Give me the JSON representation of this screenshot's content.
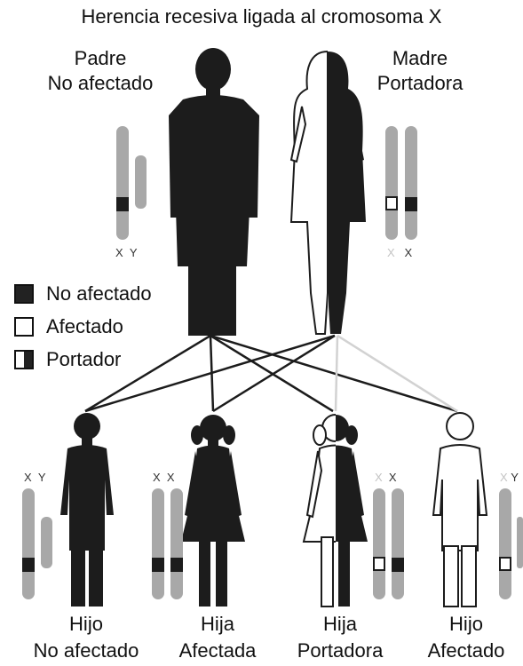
{
  "title": "Herencia recesiva ligada al cromosoma X",
  "parents": {
    "father": {
      "line1": "Padre",
      "line2": "No afectado",
      "chromosomes": [
        "X",
        "Y"
      ]
    },
    "mother": {
      "line1": "Madre",
      "line2": "Portadora",
      "chromosomes": [
        "X",
        "X"
      ]
    }
  },
  "legend": [
    {
      "label": "No afectado",
      "swatch": "dark"
    },
    {
      "label": "Afectado",
      "swatch": "light"
    },
    {
      "label": "Portador",
      "swatch": "half"
    }
  ],
  "children": [
    {
      "line1": "Hijo",
      "line2": "No afectado",
      "chromosomes": [
        "X",
        "Y"
      ]
    },
    {
      "line1": "Hija",
      "line2": "Afectada",
      "chromosomes": [
        "X",
        "X"
      ]
    },
    {
      "line1": "Hija",
      "line2": "Portadora",
      "chromosomes": [
        "X",
        "X"
      ]
    },
    {
      "line1": "Hijo",
      "line2": "Afectado",
      "chromosomes": [
        "X",
        "Y"
      ]
    }
  ],
  "colors": {
    "dark": "#1c1c1c",
    "chromosome": "#a8a8a8",
    "faint_line": "#d2d2d2"
  }
}
